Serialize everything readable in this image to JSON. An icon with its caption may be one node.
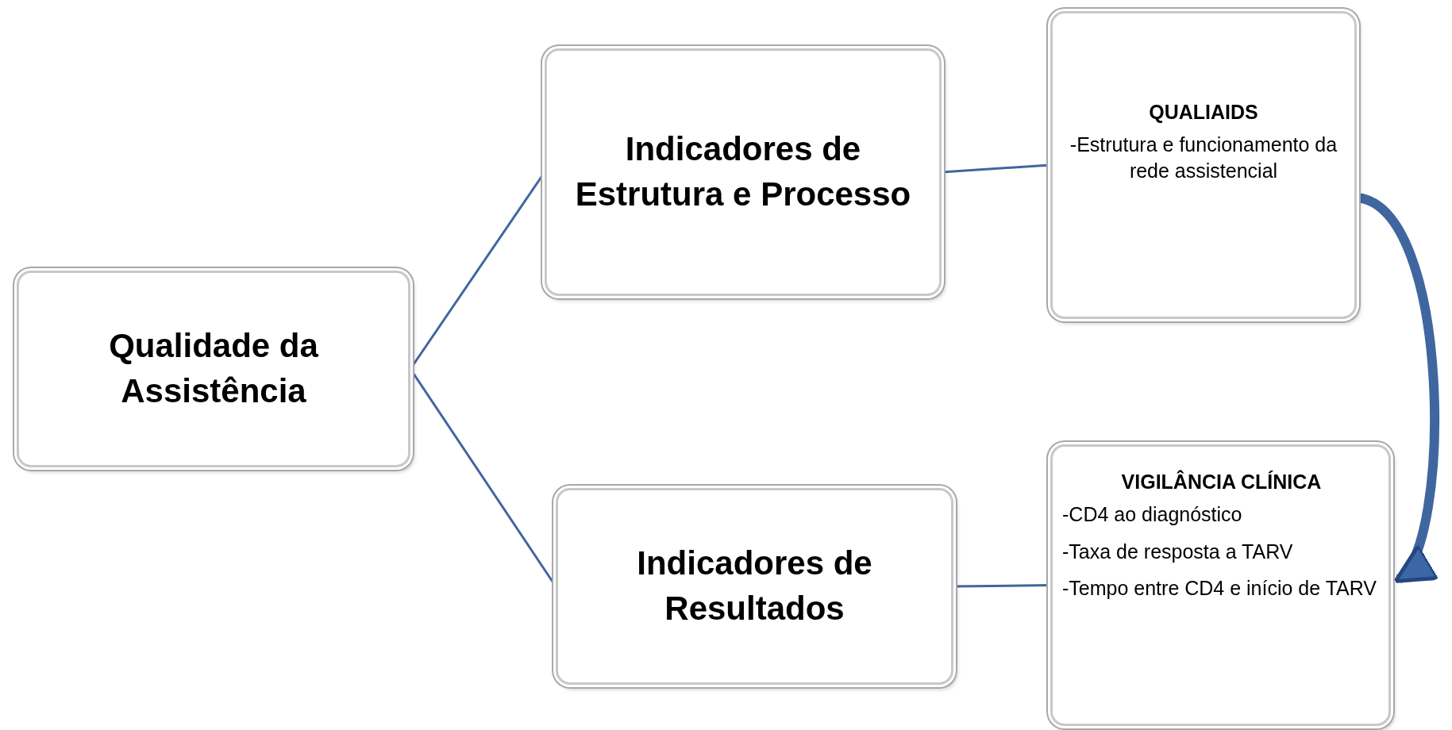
{
  "diagram": {
    "nodes": [
      {
        "text": [
          "Qualidade da Assistência"
        ]
      },
      {
        "text": [
          "Indicadores de Estrutura e Processo"
        ]
      },
      {
        "text": [
          "QUALIAIDS",
          "-Estrutura e funcionamento da rede assistencial"
        ]
      },
      {
        "text": [
          "Indicadores de Resultados"
        ]
      },
      {
        "text": [
          "VIGILÂNCIA CLÍNICA",
          "-CD4 ao diagnóstico",
          "-Taxa de resposta a TARV",
          "-Tempo entre CD4 e início de TARV"
        ]
      }
    ],
    "edges": [
      {
        "from": 0,
        "to": 1,
        "arrow": "none"
      },
      {
        "from": 0,
        "to": 3,
        "arrow": "none"
      },
      {
        "from": 1,
        "to": 2,
        "arrow": "none"
      },
      {
        "from": 3,
        "to": 4,
        "arrow": "none"
      },
      {
        "from": 2,
        "to": 4,
        "arrow": "to",
        "style": "thick"
      }
    ]
  }
}
